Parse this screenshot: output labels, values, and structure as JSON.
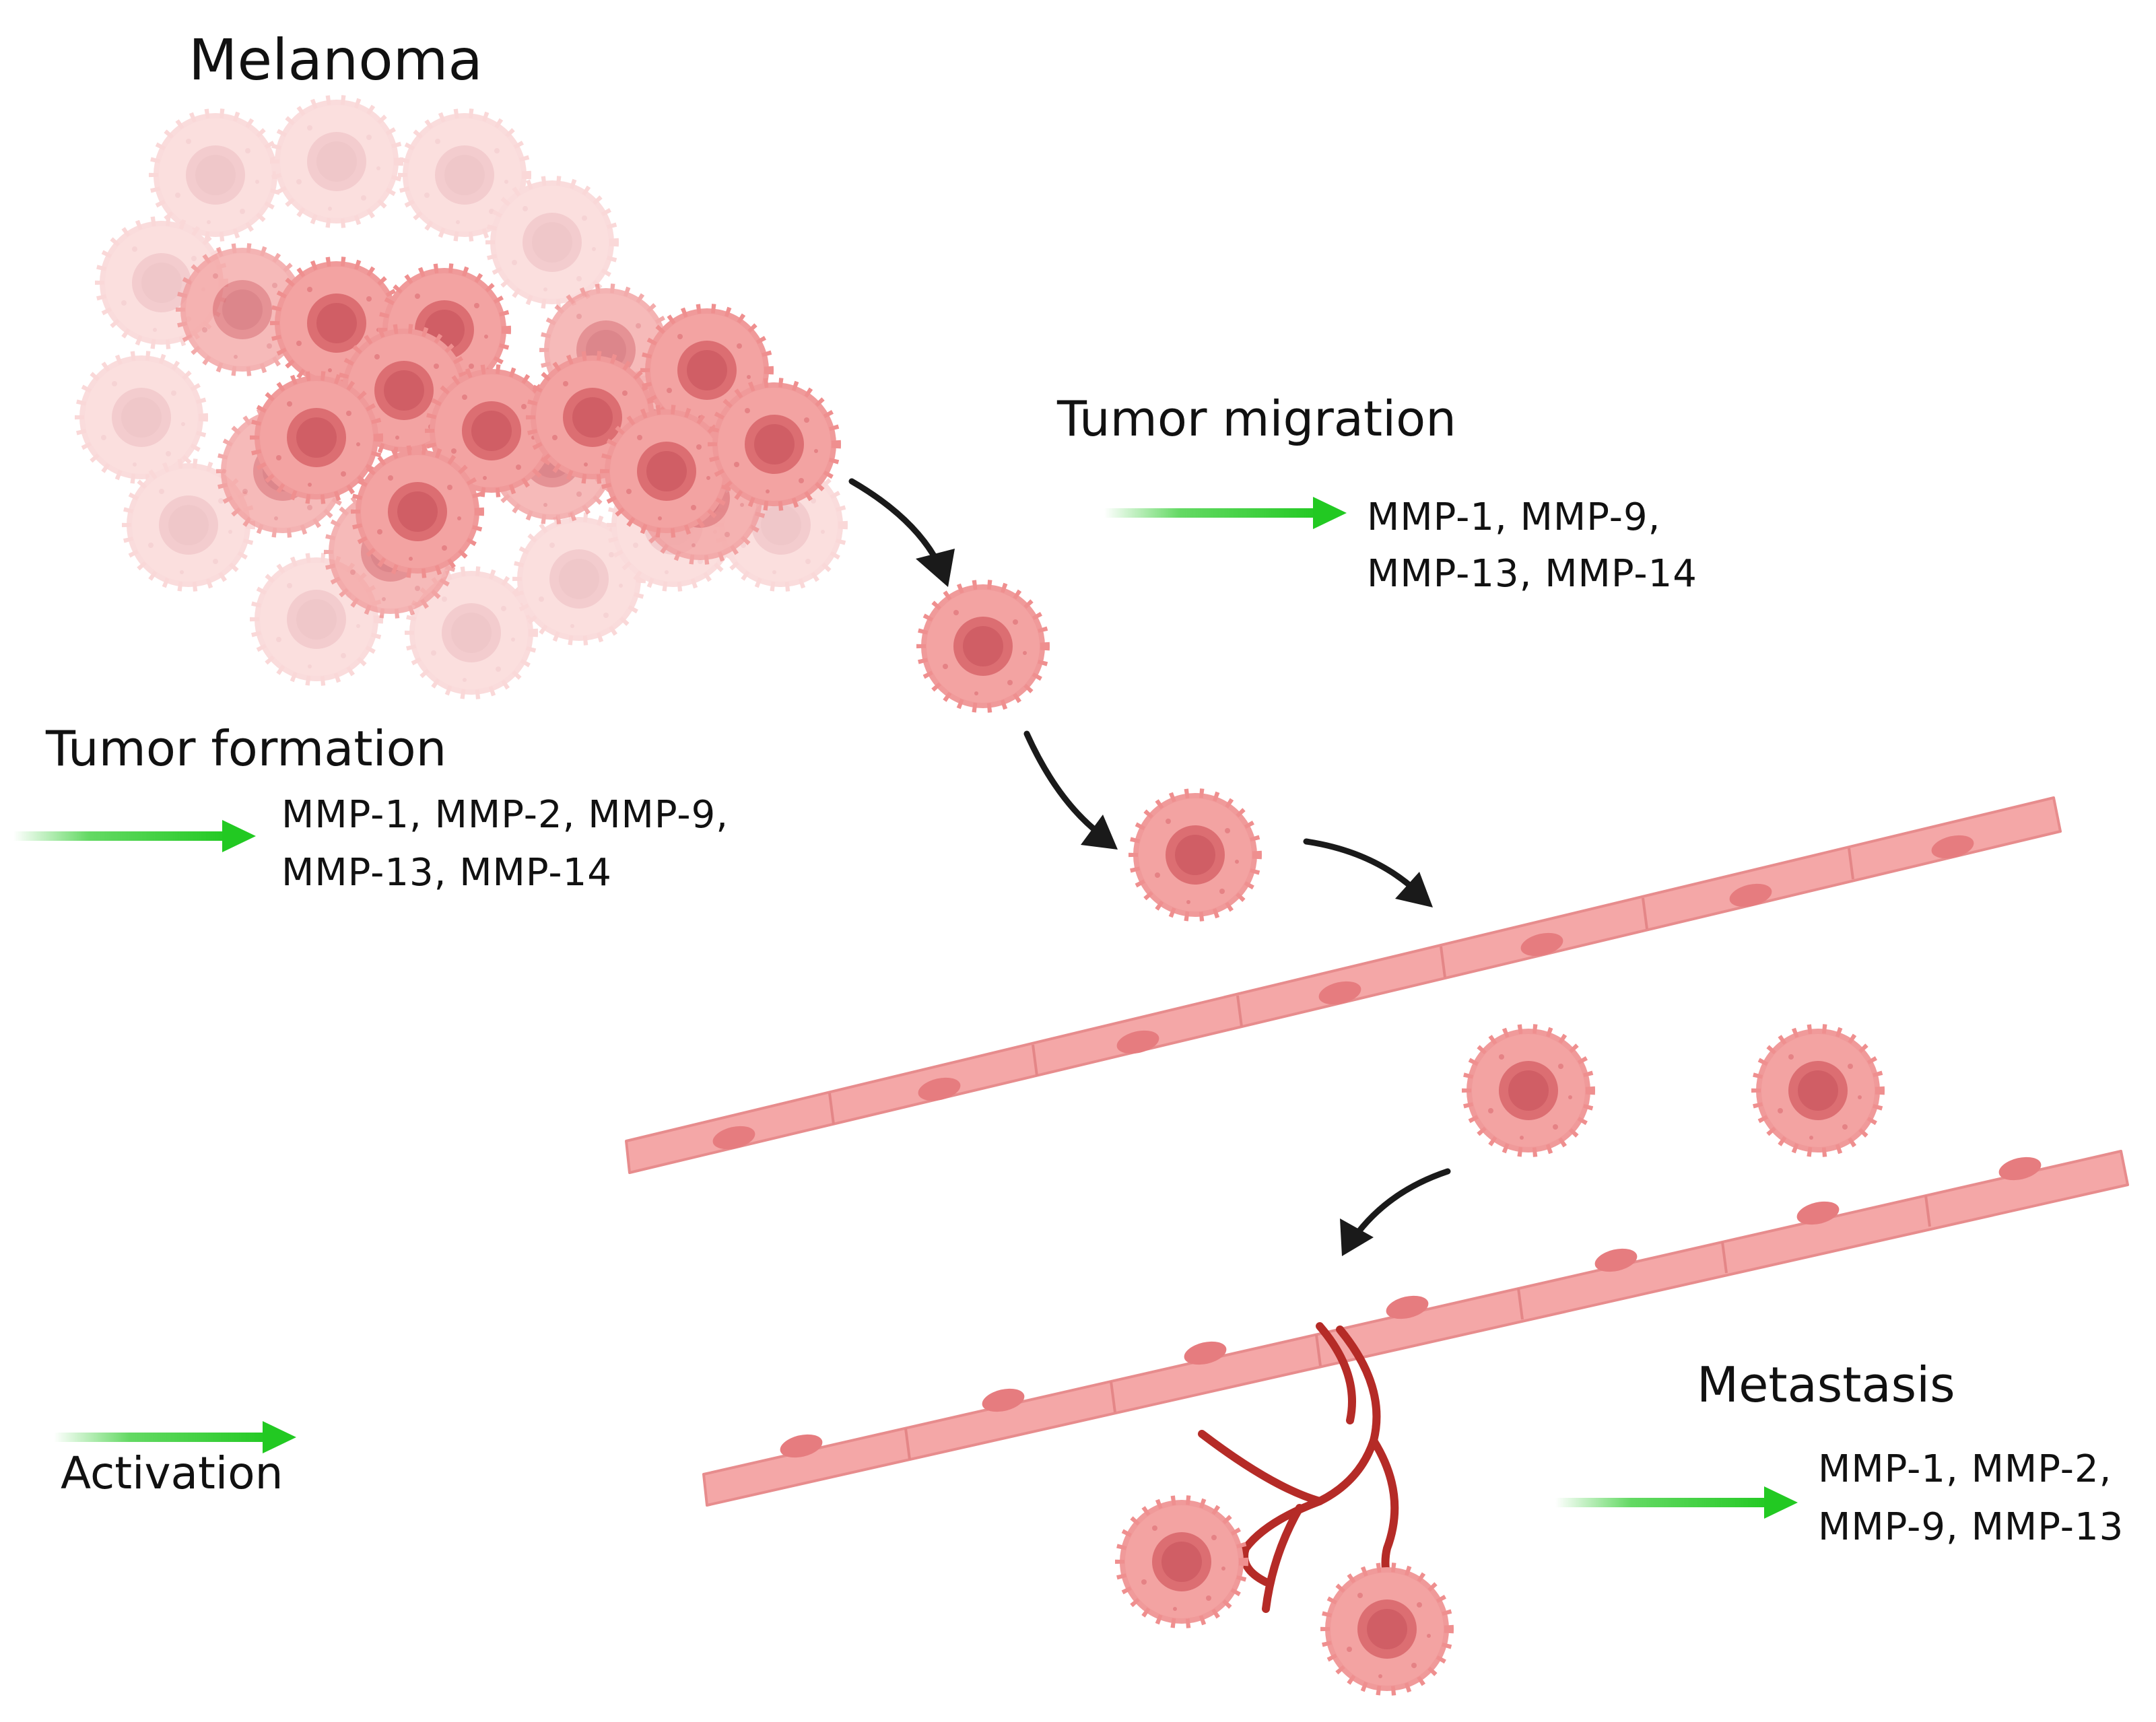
{
  "title": "Melanoma",
  "stages": {
    "formation": {
      "heading": "Tumor formation",
      "line1": "MMP-1, MMP-2, MMP-9,",
      "line2": "MMP-13, MMP-14"
    },
    "migration": {
      "heading": "Tumor migration",
      "line1": "MMP-1, MMP-9,",
      "line2": "MMP-13, MMP-14"
    },
    "metastasis": {
      "heading": "Metastasis",
      "line1": "MMP-1, MMP-2,",
      "line2": "MMP-9, MMP-13"
    }
  },
  "legend": {
    "label": "Activation"
  },
  "colors": {
    "cell": "#f09a9a",
    "cell_edge": "#e27f80",
    "nucleus": "#d9666c",
    "vessel": "#f4a7a7",
    "capillary": "#b52b27",
    "activation_arrow": "#22c922",
    "flow_arrow": "#1a1a1a"
  }
}
